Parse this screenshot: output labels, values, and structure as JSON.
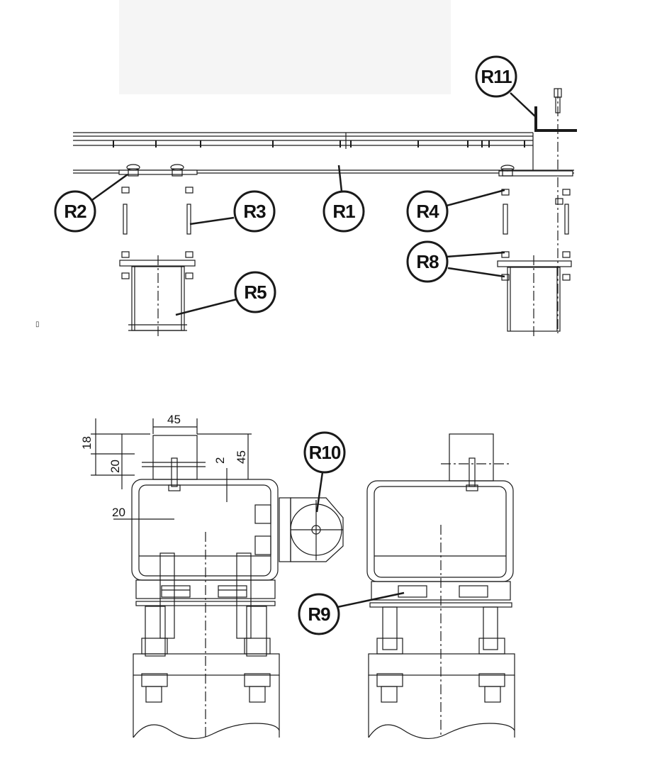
{
  "callouts": {
    "r1": "R1",
    "r2": "R2",
    "r3": "R3",
    "r4": "R4",
    "r5": "R5",
    "r8": "R8",
    "r9": "R9",
    "r10": "R10",
    "r11": "R11"
  },
  "dimensions": {
    "top_width": "45",
    "left_height": "18",
    "inner_height": "20",
    "gap": "2",
    "right_height": "45",
    "offset": "20"
  },
  "stray_mark": "▯",
  "colors": {
    "ink": "#1a1a1a",
    "paper": "#ffffff",
    "mask": "#f5f5f5"
  }
}
